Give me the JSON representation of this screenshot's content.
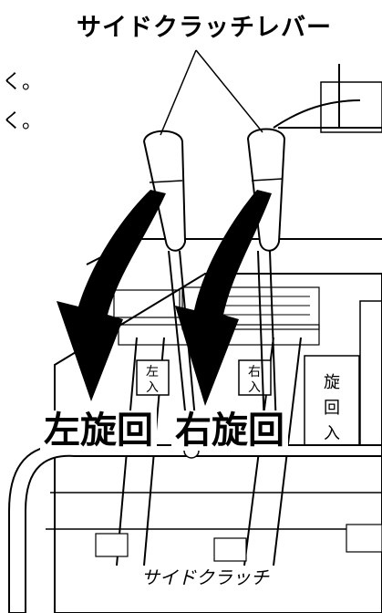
{
  "callout": {
    "title": "サイドクラッチレバー"
  },
  "side_text": [
    "く。",
    "く。"
  ],
  "labels": {
    "left_turn": "左旋回",
    "right_turn": "右旋回"
  },
  "panel": {
    "sign_left": [
      "左",
      "入"
    ],
    "sign_right": [
      "右",
      "入"
    ],
    "side_sign": [
      "旋",
      "回",
      "入"
    ],
    "stamp": "サイドクラッチ"
  },
  "colors": {
    "ink": "#000000",
    "paper": "#ffffff"
  }
}
